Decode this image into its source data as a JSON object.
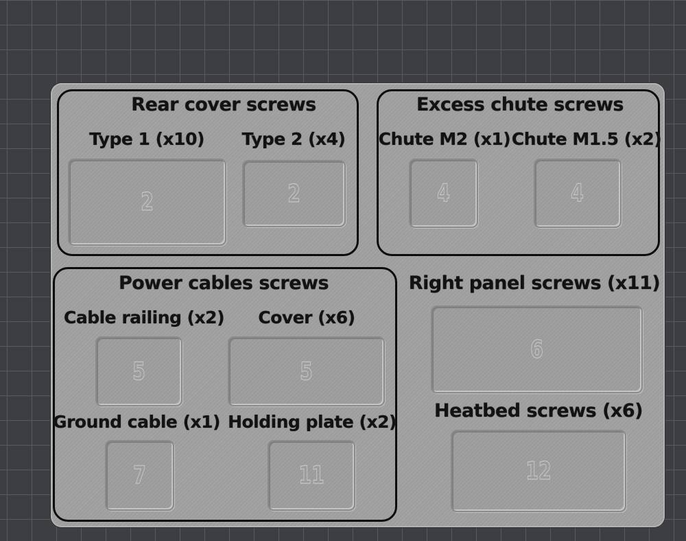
{
  "rear": {
    "title": "Rear cover screws",
    "type1": {
      "label": "Type 1 (x10)",
      "num": "2"
    },
    "type2": {
      "label": "Type 2 (x4)",
      "num": "2"
    }
  },
  "chute": {
    "title": "Excess chute screws",
    "m2": {
      "label": "Chute M2 (x1)",
      "num": "4"
    },
    "m15": {
      "label": "Chute M1.5 (x2)",
      "num": "4"
    }
  },
  "power": {
    "title": "Power cables screws",
    "railing": {
      "label": "Cable railing (x2)",
      "num": "5"
    },
    "cover": {
      "label": "Cover (x6)",
      "num": "5"
    },
    "ground": {
      "label": "Ground cable (x1)",
      "num": "7"
    },
    "holding": {
      "label": "Holding plate (x2)",
      "num": "11"
    }
  },
  "right": {
    "label": "Right panel screws (x11)",
    "num": "6"
  },
  "heatbed": {
    "label": "Heatbed screws (x6)",
    "num": "12"
  },
  "colors": {
    "background": "#3d3e41",
    "grid": "#595a5e",
    "plate": "#a3a3a3",
    "outline": "#0c0c0c"
  }
}
